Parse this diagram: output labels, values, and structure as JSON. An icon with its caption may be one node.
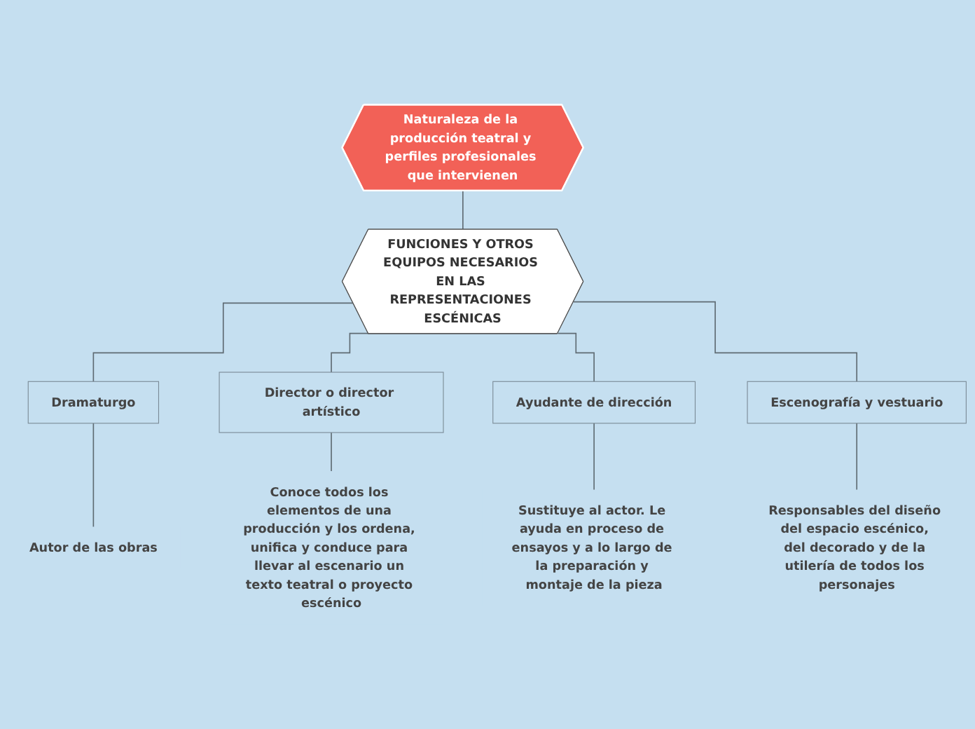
{
  "diagram": {
    "nodes": [
      {
        "text": [
          "Naturaleza de la producción teatral y perfiles profesionales que intervienen"
        ]
      },
      {
        "text": [
          "FUNCIONES Y OTROS EQUIPOS NECESARIOS EN LAS REPRESENTACIONES ESCÉNICAS"
        ]
      },
      {
        "text": [
          "Dramaturgo"
        ]
      },
      {
        "text": [
          "Director o director artístico"
        ]
      },
      {
        "text": [
          "Ayudante de dirección"
        ]
      },
      {
        "text": [
          "Escenografía y vestuario"
        ]
      },
      {
        "text": [
          "Autor de las obras"
        ]
      },
      {
        "text": [
          "Conoce todos los elementos de una producción y los ordena, unifica y conduce para llevar al escenario un texto teatral o proyecto escénico"
        ]
      },
      {
        "text": [
          "Sustituye al actor. Le ayuda en proceso de ensayos y a lo largo de la preparación y montaje de la pieza"
        ]
      },
      {
        "text": [
          "Responsables del diseño del espacio escénico, del decorado y de la utilería de todos los personajes"
        ]
      }
    ],
    "edges": [
      {
        "from": 0,
        "to": 1,
        "arrow": "none"
      },
      {
        "from": 1,
        "to": 2,
        "arrow": "none"
      },
      {
        "from": 1,
        "to": 3,
        "arrow": "none"
      },
      {
        "from": 1,
        "to": 4,
        "arrow": "none"
      },
      {
        "from": 1,
        "to": 5,
        "arrow": "none"
      },
      {
        "from": 2,
        "to": 6,
        "arrow": "none"
      },
      {
        "from": 3,
        "to": 7,
        "arrow": "none"
      },
      {
        "from": 4,
        "to": 8,
        "arrow": "none"
      },
      {
        "from": 5,
        "to": 9,
        "arrow": "none"
      }
    ]
  }
}
